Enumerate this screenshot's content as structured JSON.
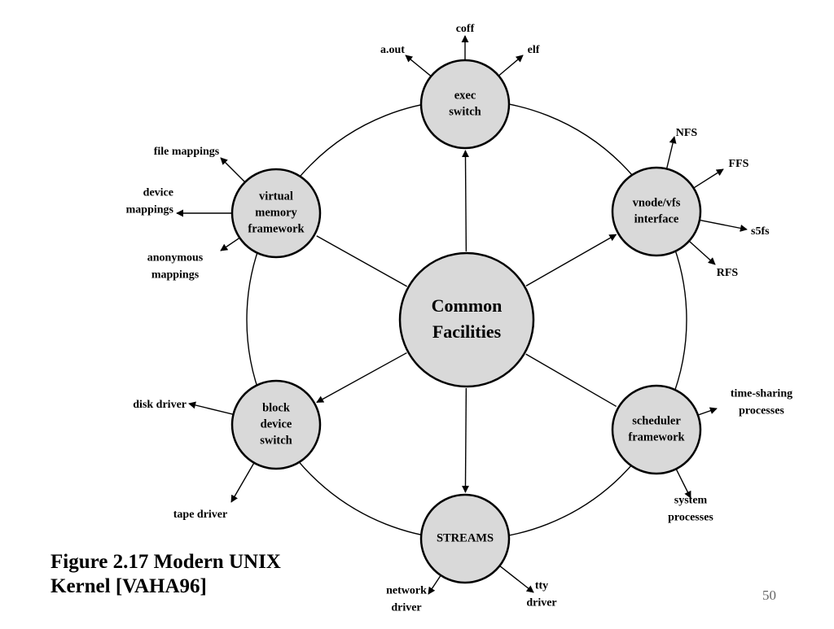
{
  "center": {
    "lines": [
      "Common",
      "Facilities"
    ]
  },
  "nodes": [
    {
      "id": "exec-switch",
      "lines": [
        "exec",
        "switch"
      ],
      "branches": [
        {
          "lines": [
            "a.out"
          ]
        },
        {
          "lines": [
            "coff"
          ]
        },
        {
          "lines": [
            "elf"
          ]
        }
      ]
    },
    {
      "id": "vnode-vfs-interface",
      "lines": [
        "vnode/vfs",
        "interface"
      ],
      "branches": [
        {
          "lines": [
            "NFS"
          ]
        },
        {
          "lines": [
            "FFS"
          ]
        },
        {
          "lines": [
            "s5fs"
          ]
        },
        {
          "lines": [
            "RFS"
          ]
        }
      ]
    },
    {
      "id": "scheduler-framework",
      "lines": [
        "scheduler",
        "framework"
      ],
      "branches": [
        {
          "lines": [
            "time-sharing",
            "processes"
          ]
        },
        {
          "lines": [
            "system",
            "processes"
          ]
        }
      ]
    },
    {
      "id": "streams",
      "lines": [
        "STREAMS"
      ],
      "branches": [
        {
          "lines": [
            "network",
            "driver"
          ]
        },
        {
          "lines": [
            "tty",
            "driver"
          ]
        }
      ]
    },
    {
      "id": "block-device-switch",
      "lines": [
        "block",
        "device",
        "switch"
      ],
      "branches": [
        {
          "lines": [
            "disk driver"
          ]
        },
        {
          "lines": [
            "tape driver"
          ]
        }
      ]
    },
    {
      "id": "virtual-memory-framework",
      "lines": [
        "virtual",
        "memory",
        "framework"
      ],
      "branches": [
        {
          "lines": [
            "file mappings"
          ]
        },
        {
          "lines": [
            "device",
            "mappings"
          ]
        },
        {
          "lines": [
            "anonymous",
            "mappings"
          ]
        }
      ]
    }
  ],
  "caption": {
    "line1": "Figure 2.17 Modern UNIX",
    "line2": "Kernel [VAHA96]"
  },
  "page_number": "50",
  "colors": {
    "node_fill": "#d9d9d9",
    "stroke": "#000000",
    "page_number": "#666666"
  }
}
